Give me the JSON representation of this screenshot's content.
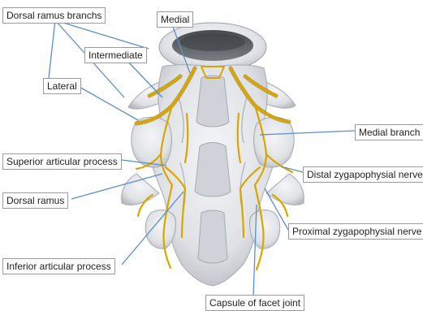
{
  "colors": {
    "bone": "#e6e7ea",
    "bone_shadow": "#b9bcc3",
    "bone_dark": "#8e939c",
    "disc": "#5c5f63",
    "nerve": "#d8a600",
    "nerve_edge": "#8a6a00",
    "leader": "#5a8fc8",
    "label_border": "#9a9a9a",
    "label_text": "#222222"
  },
  "labels": [
    {
      "key": "dorsal_ramus_branchs",
      "text": "Dorsal ramus branchs"
    },
    {
      "key": "medial",
      "text": "Medial"
    },
    {
      "key": "intermediate",
      "text": "Intermediate"
    },
    {
      "key": "lateral",
      "text": "Lateral"
    },
    {
      "key": "medial_branch",
      "text": "Medial branch"
    },
    {
      "key": "superior_articular_process",
      "text": "Superior articular process"
    },
    {
      "key": "distal_zygapophysial_nerve",
      "text": "Distal zygapophysial nerve"
    },
    {
      "key": "dorsal_ramus",
      "text": "Dorsal ramus"
    },
    {
      "key": "proximal_zygapophysial_nerve",
      "text": "Proximal zygapophysial nerve"
    },
    {
      "key": "inferior_articular_process",
      "text": "Inferior articular process"
    },
    {
      "key": "capsule_of_facet_joint",
      "text": "Capsule of facet joint"
    }
  ]
}
